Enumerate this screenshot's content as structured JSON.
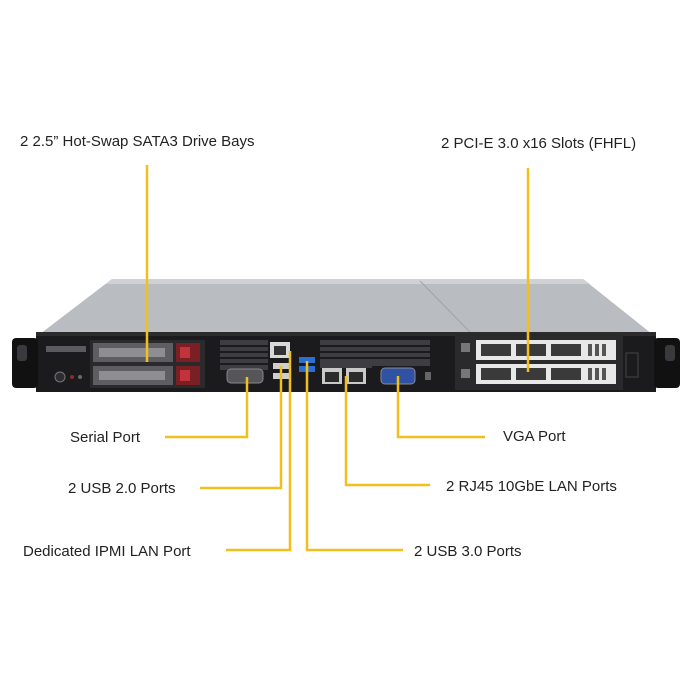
{
  "labels": {
    "drive_bays": "2 2.5” Hot-Swap  SATA3 Drive Bays",
    "pcie": "2 PCI-E 3.0 x16 Slots (FHFL)",
    "serial": "Serial Port",
    "usb2": "2 USB 2.0 Ports",
    "ipmi": "Dedicated IPMI  LAN Port",
    "vga": "VGA Port",
    "rj45": "2 RJ45  10GbE LAN Ports",
    "usb3": "2 USB 3.0 Ports"
  },
  "colors": {
    "callout": "#f2c01e",
    "chassis_top": "#b9bcc0",
    "chassis_front": "#1b1b1d",
    "text": "#222222"
  },
  "icons": [
    "server-chassis",
    "drive-bay",
    "pcie-slot",
    "serial-port",
    "usb-port",
    "rj45-port",
    "vga-port"
  ]
}
